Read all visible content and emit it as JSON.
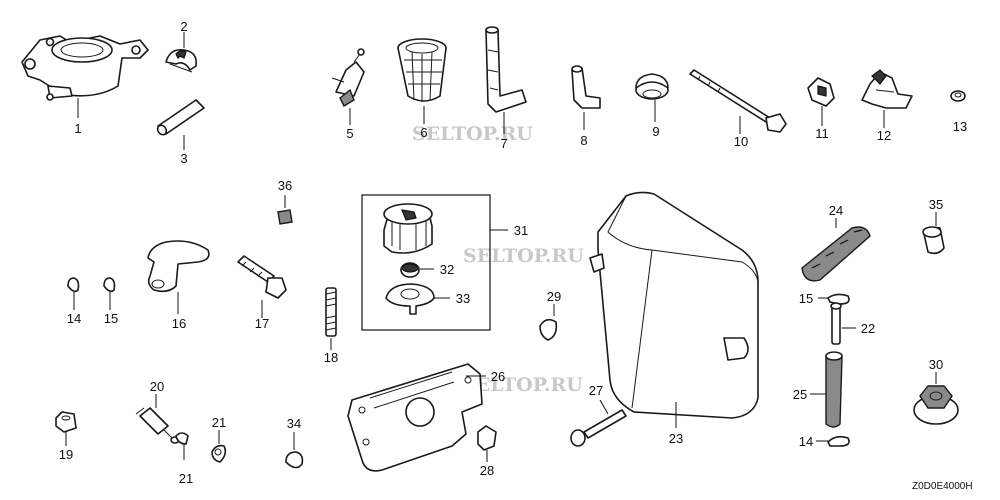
{
  "watermark": "SELTOP.RU",
  "diagram_code": "Z0D0E4000H",
  "callouts": [
    "1",
    "2",
    "3",
    "5",
    "6",
    "7",
    "8",
    "9",
    "10",
    "11",
    "12",
    "13",
    "36",
    "31",
    "32",
    "33",
    "24",
    "35",
    "14",
    "15",
    "16",
    "17",
    "18",
    "29",
    "15",
    "22",
    "26",
    "25",
    "30",
    "20",
    "27",
    "23",
    "19",
    "21",
    "21",
    "34",
    "28",
    "14"
  ],
  "parts": [
    {
      "number": "1",
      "icon": "fuel-pump-icon"
    },
    {
      "number": "2",
      "icon": "clip-icon"
    },
    {
      "number": "3",
      "icon": "tube-icon"
    },
    {
      "number": "5",
      "icon": "fuel-cock-icon"
    },
    {
      "number": "6",
      "icon": "fuel-strainer-icon"
    },
    {
      "number": "7",
      "icon": "fuel-tube-icon"
    },
    {
      "number": "8",
      "icon": "fuel-tube-icon"
    },
    {
      "number": "9",
      "icon": "grommet-icon"
    },
    {
      "number": "10",
      "icon": "bolt-icon"
    },
    {
      "number": "11",
      "icon": "clip-icon"
    },
    {
      "number": "12",
      "icon": "clamp-icon"
    },
    {
      "number": "13",
      "icon": "nut-icon"
    },
    {
      "number": "16",
      "icon": "knob-icon"
    },
    {
      "number": "17",
      "icon": "bolt-icon"
    },
    {
      "number": "18",
      "icon": "stud-icon"
    },
    {
      "number": "23",
      "icon": "fuel-tank-icon"
    },
    {
      "number": "24",
      "icon": "cushion-icon"
    },
    {
      "number": "26",
      "icon": "heat-shield-icon"
    },
    {
      "number": "30",
      "icon": "flange-nut-icon"
    },
    {
      "number": "31",
      "icon": "fuel-cap-icon"
    }
  ]
}
